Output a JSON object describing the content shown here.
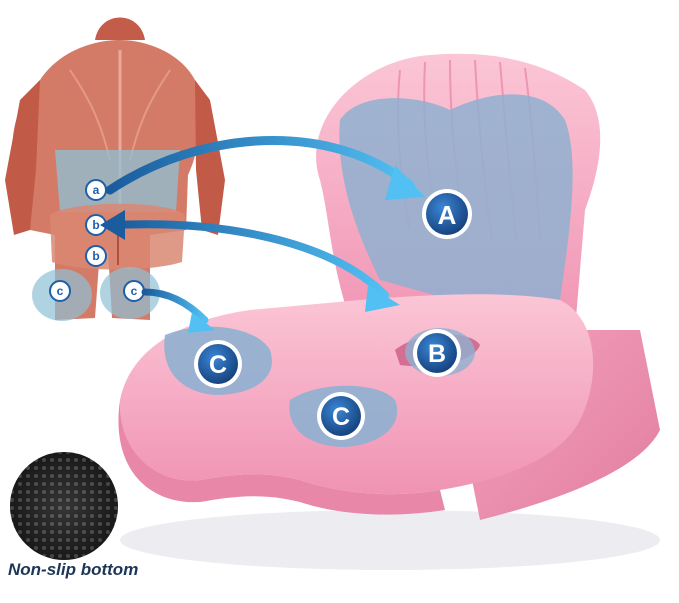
{
  "caption": "Non-slip bottom",
  "zone_badges": {
    "backrest": "A",
    "tailbone": "B",
    "thigh_left": "C",
    "thigh_right": "C"
  },
  "body_labels": {
    "upper_back": "a",
    "lower_back": "b",
    "tailbone": "b",
    "thigh_left": "c",
    "thigh_right": "c"
  },
  "colors": {
    "cushion_pink": "#f5a3bd",
    "cushion_shadow": "#e88aa8",
    "zone_blue": "#8fb0d0",
    "badge_blue": "#1f5fa8",
    "arrow_blue": "#3aa0df",
    "muscle_red": "#c9614f",
    "caption": "#1d3557"
  },
  "icons": [
    "arrow-icon",
    "mesh-texture-icon"
  ]
}
